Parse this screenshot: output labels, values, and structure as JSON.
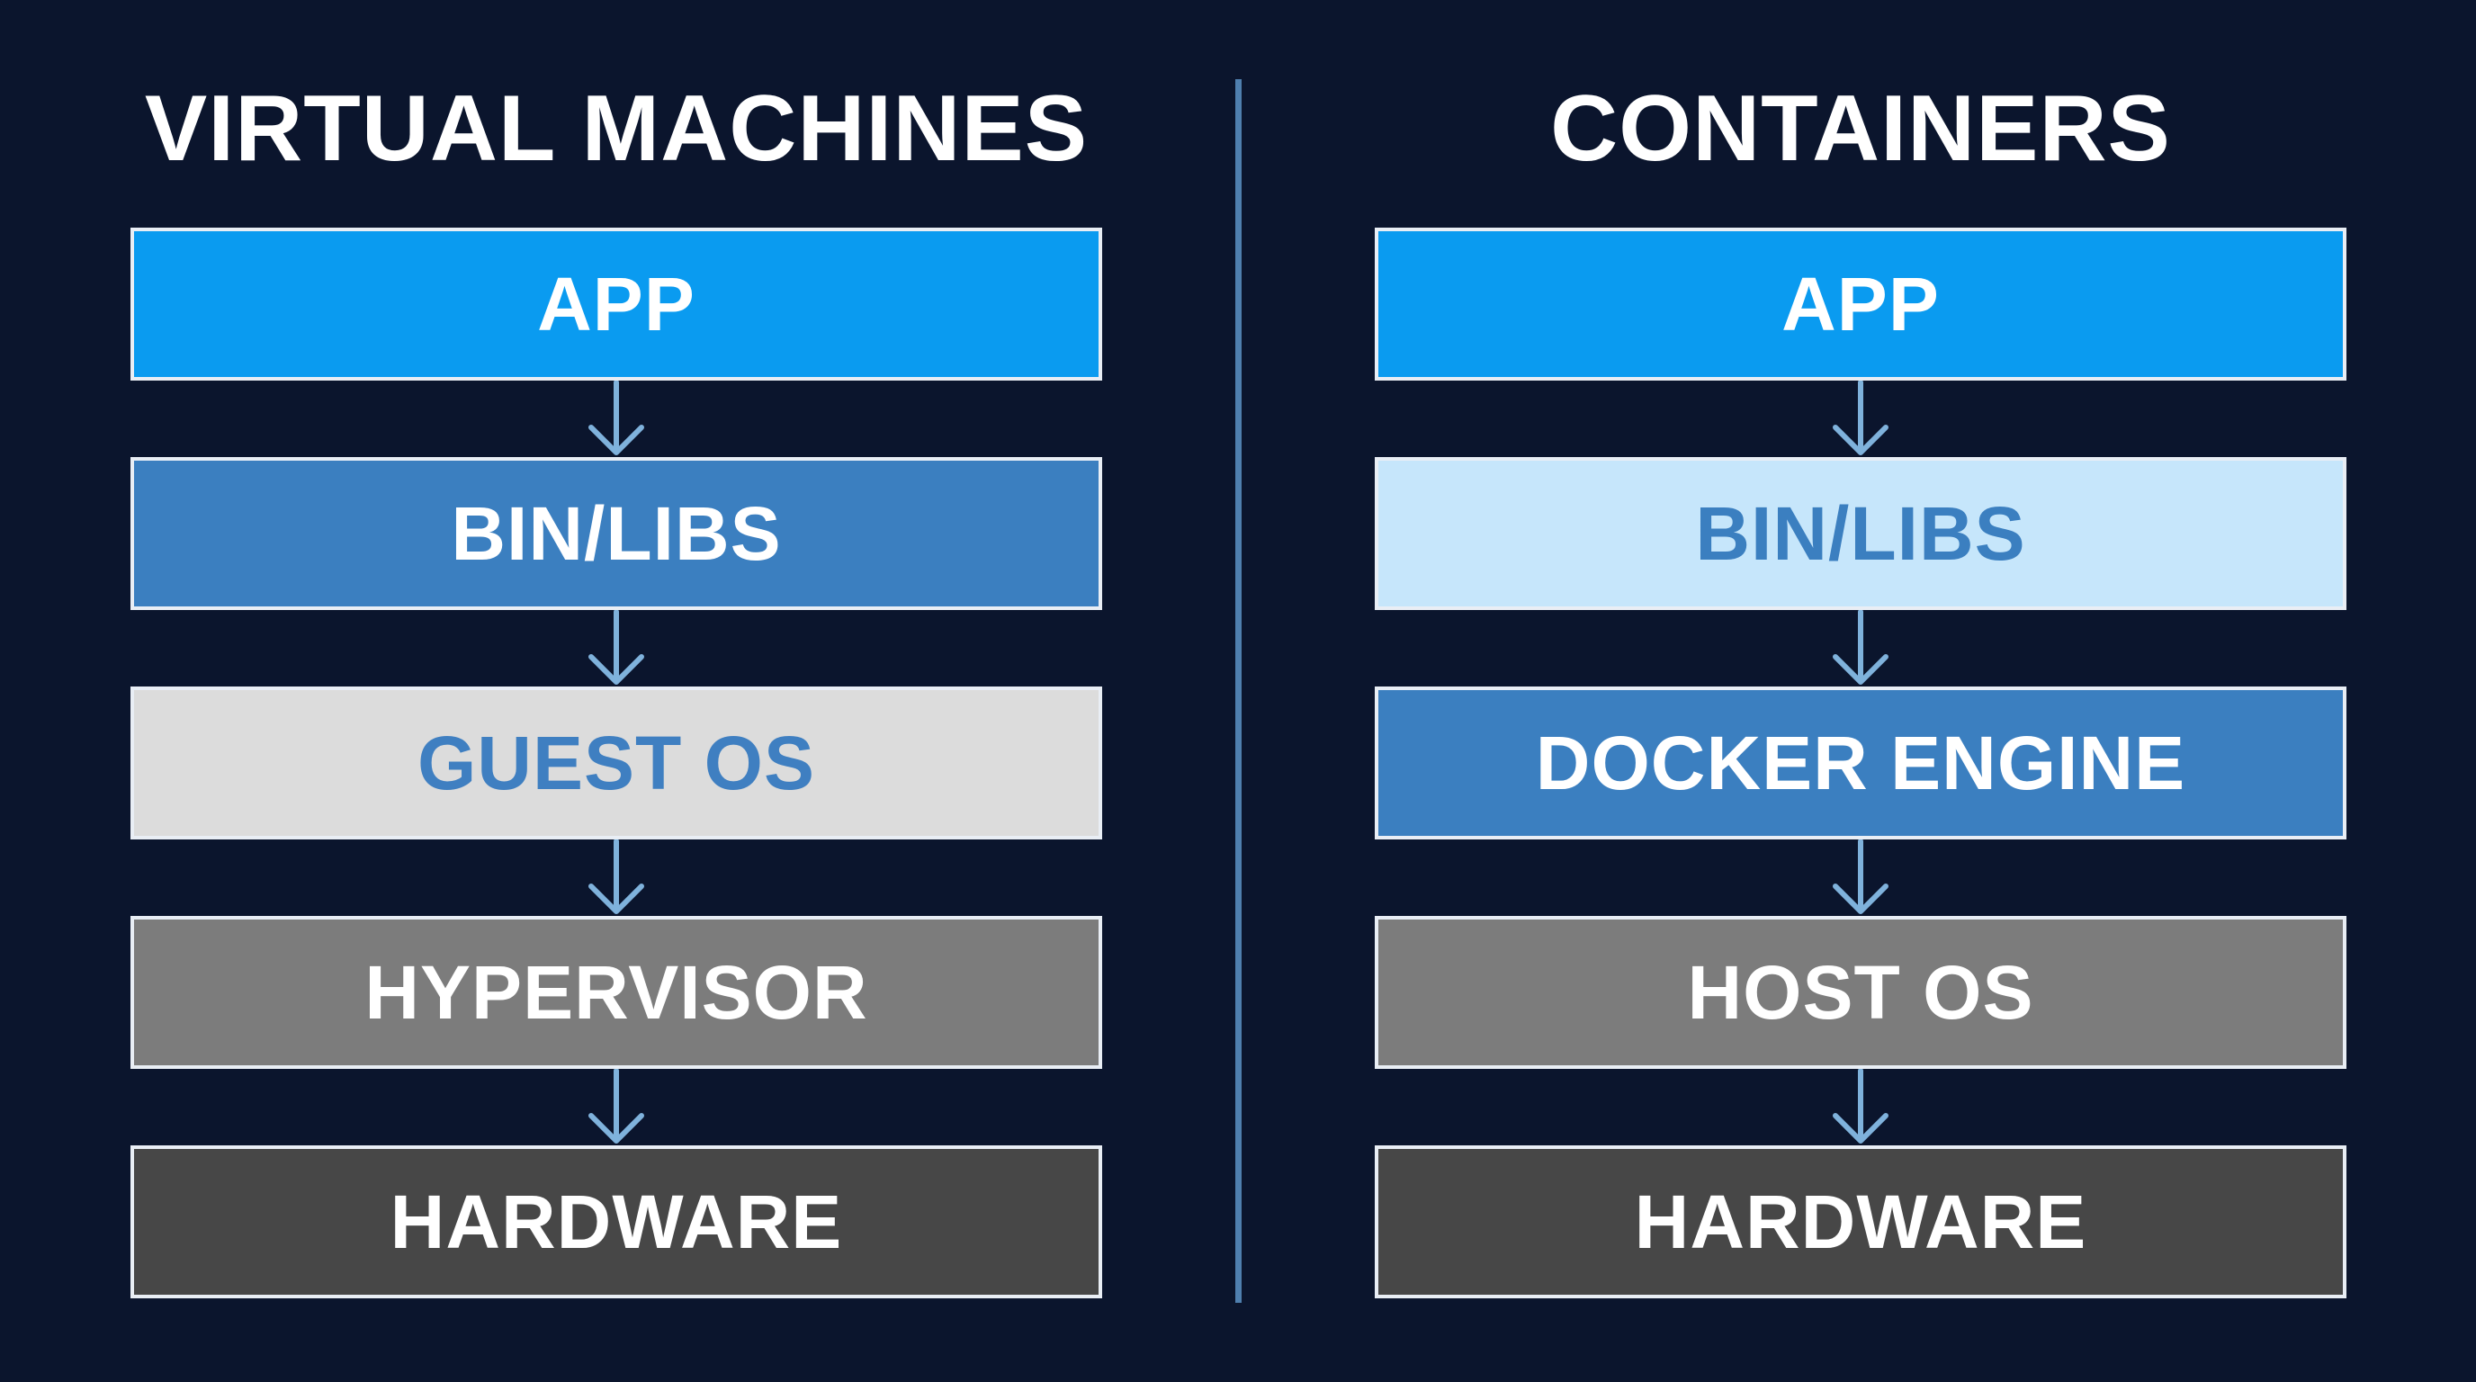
{
  "colors": {
    "background": "#0b152d",
    "divider": "#4f7fae",
    "arrow": "#7fb2dc",
    "app": "#0a9bf0",
    "bin_libs_vm": "#3b7fc0",
    "guest_os": "#dcdcdc",
    "hypervisor": "#7c7c7c",
    "hardware": "#474747",
    "bin_libs_containers": "#c6e6fb",
    "docker_engine": "#3b7fc0",
    "host_os": "#7c7c7c"
  },
  "virtual_machines": {
    "title": "VIRTUAL MACHINES",
    "layers": [
      "APP",
      "BIN/LIBS",
      "GUEST OS",
      "HYPERVISOR",
      "HARDWARE"
    ]
  },
  "containers": {
    "title": "CONTAINERS",
    "layers": [
      "APP",
      "BIN/LIBS",
      "DOCKER ENGINE",
      "HOST OS",
      "HARDWARE"
    ]
  }
}
